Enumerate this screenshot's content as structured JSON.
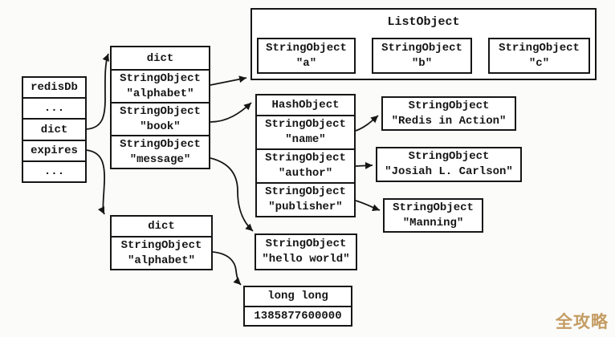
{
  "diagram": {
    "redisdb_table": {
      "rows": [
        "redisDb",
        "...",
        "dict",
        "expires",
        "..."
      ]
    },
    "main_dict": {
      "title": "dict",
      "entries": [
        {
          "type": "StringObject",
          "value": "\"alphabet\""
        },
        {
          "type": "StringObject",
          "value": "\"book\""
        },
        {
          "type": "StringObject",
          "value": "\"message\""
        }
      ]
    },
    "list_object": {
      "title": "ListObject",
      "items": [
        {
          "type": "StringObject",
          "value": "\"a\""
        },
        {
          "type": "StringObject",
          "value": "\"b\""
        },
        {
          "type": "StringObject",
          "value": "\"c\""
        }
      ]
    },
    "hash_object": {
      "title": "HashObject",
      "fields": [
        {
          "type": "StringObject",
          "value": "\"name\""
        },
        {
          "type": "StringObject",
          "value": "\"author\""
        },
        {
          "type": "StringObject",
          "value": "\"publisher\""
        }
      ]
    },
    "hash_values": [
      {
        "type": "StringObject",
        "value": "\"Redis in Action\""
      },
      {
        "type": "StringObject",
        "value": "\"Josiah L. Carlson\""
      },
      {
        "type": "StringObject",
        "value": "\"Manning\""
      }
    ],
    "expires_dict": {
      "title": "dict",
      "entries": [
        {
          "type": "StringObject",
          "value": "\"alphabet\""
        }
      ]
    },
    "hello_world": {
      "type": "StringObject",
      "value": "\"hello world\""
    },
    "long_long": {
      "title": "long long",
      "value": "1385877600000"
    },
    "watermark": "全攻略",
    "colors": {
      "line": "#161616",
      "box_bg": "#ffffff",
      "watermark": "#c49c63"
    }
  }
}
